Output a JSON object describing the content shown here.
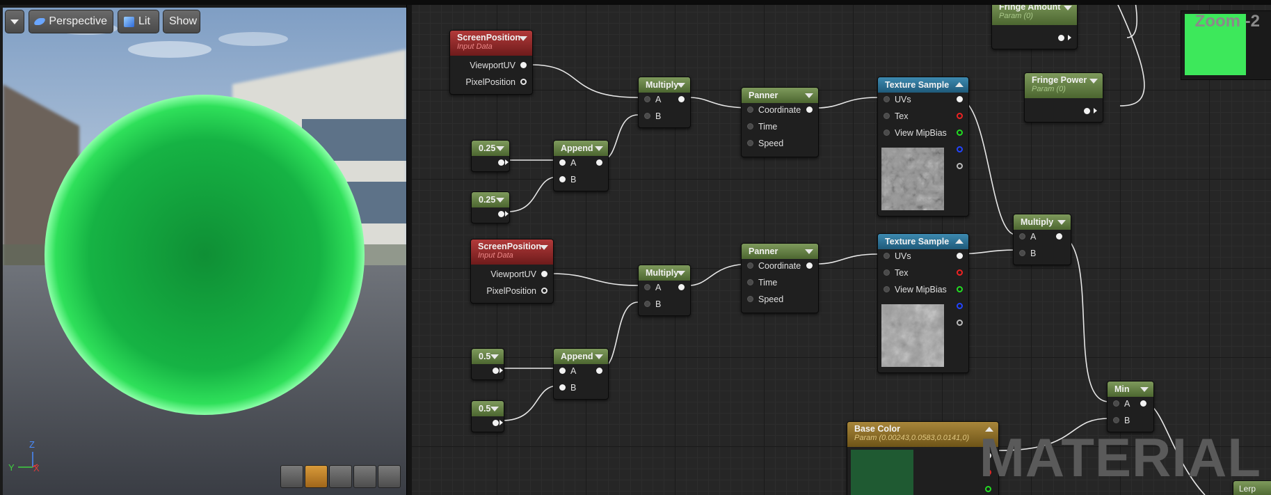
{
  "viewport": {
    "mode_label": "Perspective",
    "lit_label": "Lit",
    "show_label": "Show",
    "axis": {
      "z": "Z",
      "y": "Y",
      "x": "X"
    }
  },
  "graph": {
    "zoom_label": "Zoom -2",
    "watermark": "MATERIAL",
    "nodes": {
      "screenpos1": {
        "title": "ScreenPosition",
        "subtitle": "Input Data",
        "pins": [
          "ViewportUV",
          "PixelPosition"
        ]
      },
      "screenpos2": {
        "title": "ScreenPosition",
        "subtitle": "Input Data",
        "pins": [
          "ViewportUV",
          "PixelPosition"
        ]
      },
      "const1": {
        "title": "0.25"
      },
      "const2": {
        "title": "0.25"
      },
      "const3": {
        "title": "0.5"
      },
      "const4": {
        "title": "0.5"
      },
      "append1": {
        "title": "Append",
        "pins": [
          "A",
          "B"
        ]
      },
      "append2": {
        "title": "Append",
        "pins": [
          "A",
          "B"
        ]
      },
      "multiply1": {
        "title": "Multiply",
        "pins": [
          "A",
          "B"
        ]
      },
      "multiply2": {
        "title": "Multiply",
        "pins": [
          "A",
          "B"
        ]
      },
      "multiply3": {
        "title": "Multiply",
        "pins": [
          "A",
          "B"
        ]
      },
      "panner1": {
        "title": "Panner",
        "pins": [
          "Coordinate",
          "Time",
          "Speed"
        ]
      },
      "panner2": {
        "title": "Panner",
        "pins": [
          "Coordinate",
          "Time",
          "Speed"
        ]
      },
      "texsample1": {
        "title": "Texture Sample",
        "pins": [
          "UVs",
          "Tex",
          "View MipBias"
        ]
      },
      "texsample2": {
        "title": "Texture Sample",
        "pins": [
          "UVs",
          "Tex",
          "View MipBias"
        ]
      },
      "fringe_amount": {
        "title": "Fringe Amount",
        "subtitle": "Param (0)"
      },
      "fringe_power": {
        "title": "Fringe Power",
        "subtitle": "Param (0)"
      },
      "min": {
        "title": "Min",
        "pins": [
          "A",
          "B"
        ]
      },
      "base_color": {
        "title": "Base Color",
        "subtitle": "Param (0.00243,0.0583,0.0141,0)"
      },
      "lerp": {
        "title": "Lerp"
      }
    }
  },
  "colors": {
    "sphere": "#2fe05a",
    "base_color_swatch": "#1f5a32",
    "preview": "#3de85b"
  }
}
